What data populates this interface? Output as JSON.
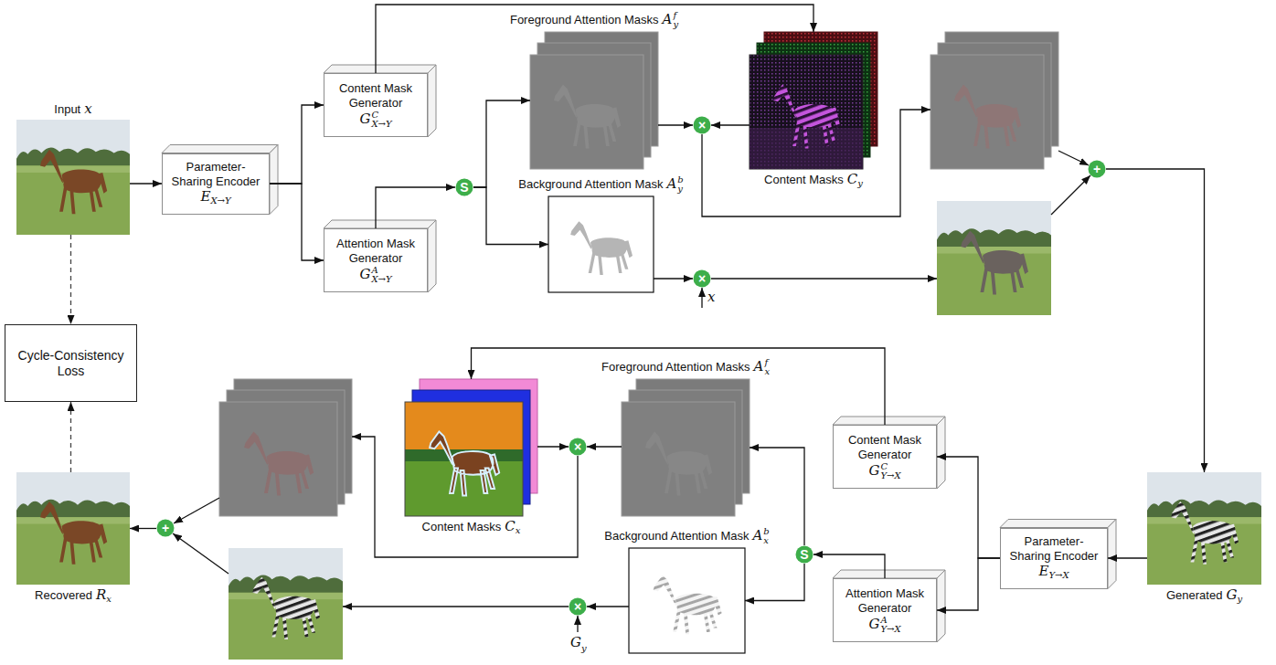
{
  "diagram": {
    "nodes": [
      {
        "text": [
          "Input",
          "x"
        ]
      },
      {
        "text": [
          "Parameter- Sharing Encoder",
          "E",
          "X→Y"
        ]
      },
      {
        "text": [
          "Content Mask Generator",
          "G",
          "C",
          "X→Y"
        ]
      },
      {
        "text": [
          "Attention Mask Generator",
          "G",
          "A",
          "X→Y"
        ]
      },
      {
        "text": [
          "S"
        ]
      },
      {
        "text": [
          "Foreground Attention Masks",
          "A",
          "f",
          "y"
        ]
      },
      {
        "text": [
          "Background Attention Mask",
          "A",
          "b",
          "y"
        ]
      },
      {
        "text": [
          "Content Masks",
          "C",
          "y"
        ]
      },
      {
        "text": [
          "×"
        ]
      },
      {
        "text": [
          "×"
        ]
      },
      {
        "text": [
          "+"
        ]
      },
      {
        "text": [
          "Generated",
          "G",
          "y"
        ]
      },
      {
        "text": [
          "Parameter- Sharing Encoder",
          "E",
          "Y→X"
        ]
      },
      {
        "text": [
          "Content Mask Generator",
          "G",
          "C",
          "Y→X"
        ]
      },
      {
        "text": [
          "Attention Mask Generator",
          "G",
          "A",
          "Y→X"
        ]
      },
      {
        "text": [
          "S"
        ]
      },
      {
        "text": [
          "Foreground Attention Masks",
          "A",
          "f",
          "x"
        ]
      },
      {
        "text": [
          "Background Attention Mask",
          "A",
          "b",
          "x"
        ]
      },
      {
        "text": [
          "Content Masks",
          "C",
          "x"
        ]
      },
      {
        "text": [
          "×"
        ]
      },
      {
        "text": [
          "×"
        ]
      },
      {
        "text": [
          "+"
        ]
      },
      {
        "text": [
          "Recovered",
          "R",
          "x"
        ]
      },
      {
        "text": [
          "Cycle-Consistency Loss"
        ]
      }
    ],
    "edges": [
      {
        "from": 0,
        "to": 1,
        "arrow": "to"
      },
      {
        "from": 1,
        "to": 2,
        "arrow": "to"
      },
      {
        "from": 1,
        "to": 3,
        "arrow": "to"
      },
      {
        "from": 3,
        "to": 4,
        "arrow": "to"
      },
      {
        "from": 4,
        "to": 5,
        "arrow": "to"
      },
      {
        "from": 4,
        "to": 6,
        "arrow": "to"
      },
      {
        "from": 2,
        "to": 7,
        "arrow": "to"
      },
      {
        "from": 5,
        "to": 8,
        "arrow": "to"
      },
      {
        "from": 7,
        "to": 8,
        "arrow": "to"
      },
      {
        "from": 6,
        "to": 9,
        "arrow": "to"
      },
      {
        "from": 10,
        "to": 11,
        "arrow": "to"
      },
      {
        "from": 11,
        "to": 12,
        "arrow": "to"
      },
      {
        "from": 12,
        "to": 13,
        "arrow": "to"
      },
      {
        "from": 12,
        "to": 14,
        "arrow": "to"
      },
      {
        "from": 14,
        "to": 15,
        "arrow": "to"
      },
      {
        "from": 15,
        "to": 16,
        "arrow": "to"
      },
      {
        "from": 15,
        "to": 17,
        "arrow": "to"
      },
      {
        "from": 13,
        "to": 18,
        "arrow": "to"
      },
      {
        "from": 16,
        "to": 19,
        "arrow": "to"
      },
      {
        "from": 18,
        "to": 19,
        "arrow": "to"
      },
      {
        "from": 17,
        "to": 20,
        "arrow": "to"
      },
      {
        "from": 21,
        "to": 22,
        "arrow": "to"
      },
      {
        "from": 0,
        "to": 23,
        "arrow": "to"
      },
      {
        "from": 22,
        "to": 23,
        "arrow": "to"
      }
    ],
    "labels": [
      "x",
      "G",
      "y"
    ]
  }
}
